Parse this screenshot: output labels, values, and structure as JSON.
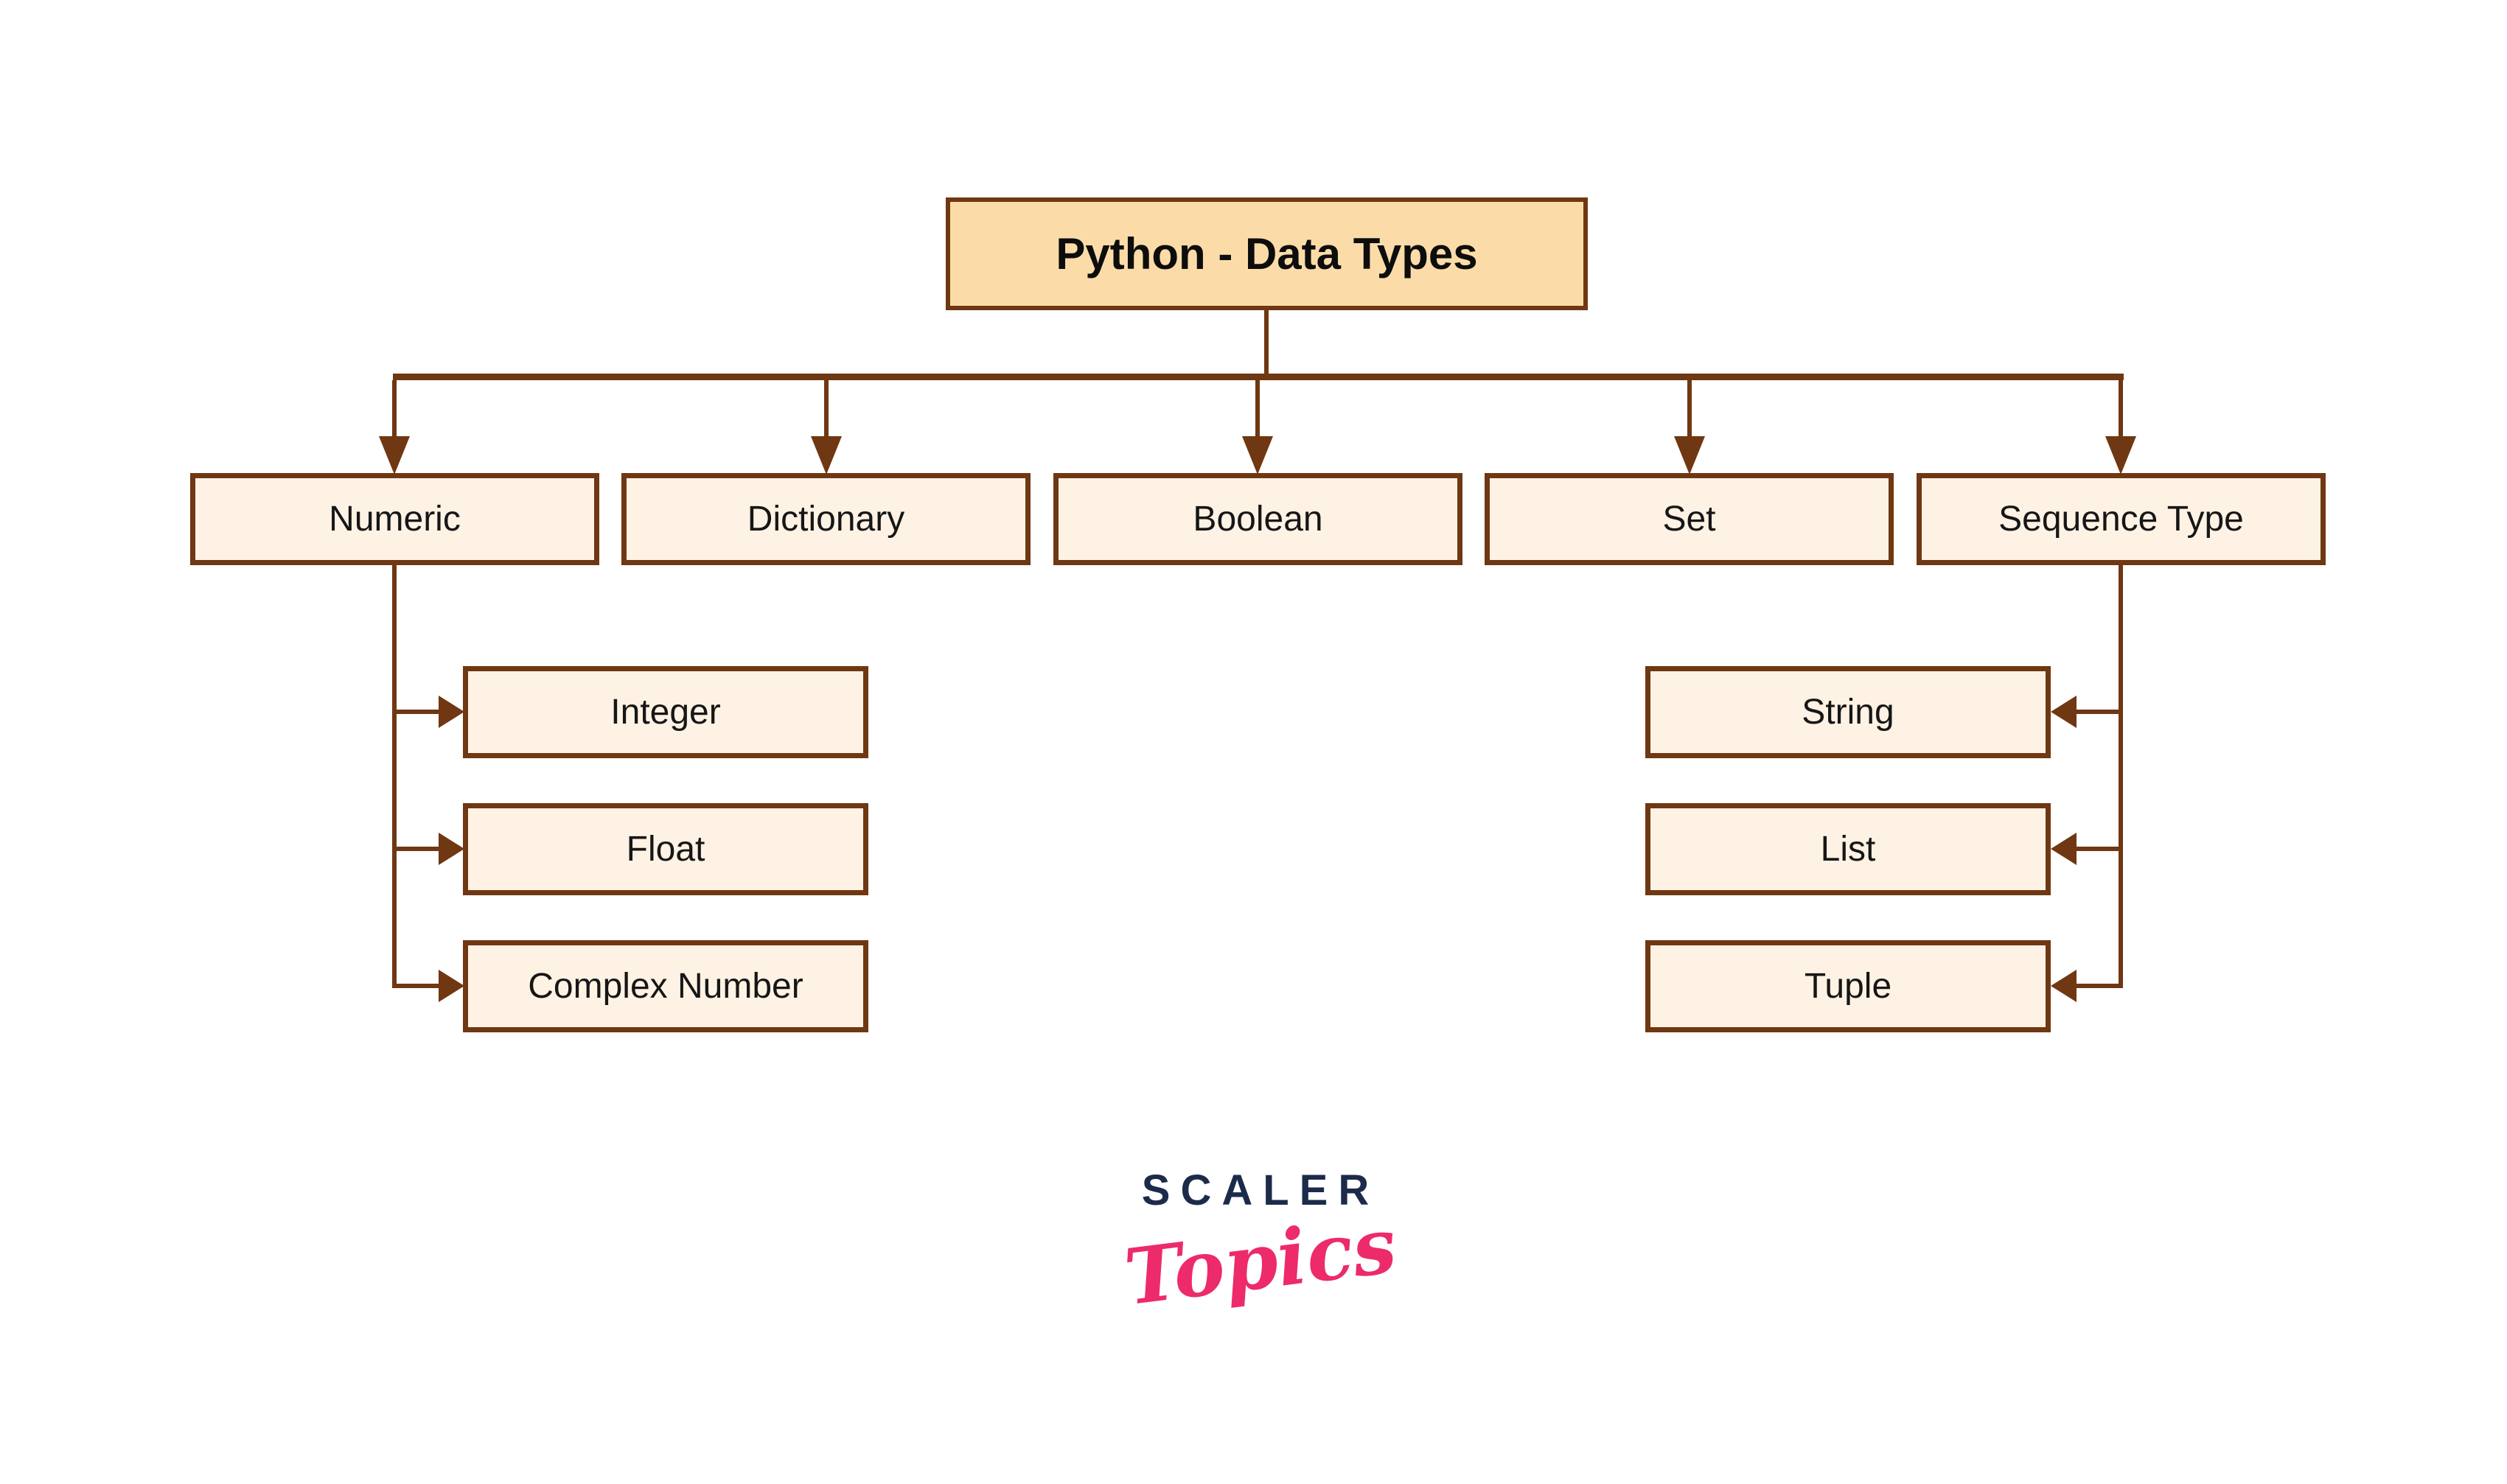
{
  "diagram": {
    "title": "Python - Data Types",
    "categories": [
      {
        "label": "Numeric"
      },
      {
        "label": "Dictionary"
      },
      {
        "label": "Boolean"
      },
      {
        "label": "Set"
      },
      {
        "label": "Sequence Type"
      }
    ],
    "numeric_children": [
      {
        "label": "Integer"
      },
      {
        "label": "Float"
      },
      {
        "label": "Complex Number"
      }
    ],
    "sequence_children": [
      {
        "label": "String"
      },
      {
        "label": "List"
      },
      {
        "label": "Tuple"
      }
    ]
  },
  "logo": {
    "brand": "SCALER",
    "sub": "Topics"
  },
  "colors": {
    "line_brown": "#6F3712",
    "title_fill": "#FBDCA8",
    "node_fill": "#FDF2E4",
    "brand_navy": "#1C2B4A",
    "brand_pink": "#ED2A6A"
  }
}
